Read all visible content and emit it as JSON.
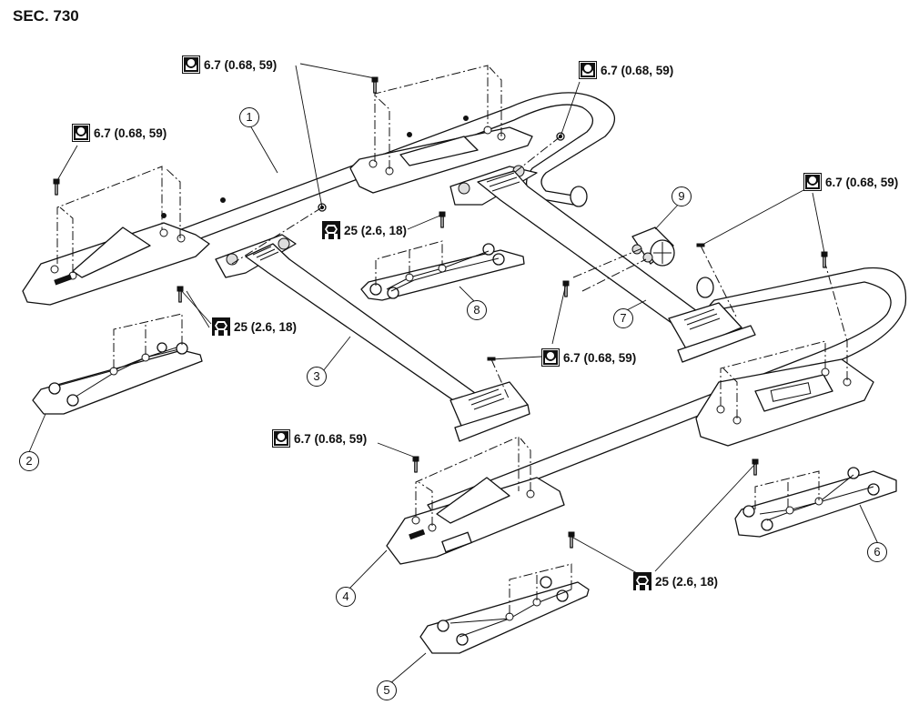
{
  "section": "SEC. 730",
  "icons": {
    "torque_wrench_a": "tightening-torque-icon-type-a",
    "torque_wrench_b": "tightening-torque-icon-type-b"
  },
  "torque_specs": [
    {
      "id": "t1",
      "icon": "torque-a",
      "value": "6.7 (0.68, 59)"
    },
    {
      "id": "t2",
      "icon": "torque-a",
      "value": "6.7 (0.68, 59)"
    },
    {
      "id": "t3",
      "icon": "torque-a",
      "value": "6.7 (0.68, 59)"
    },
    {
      "id": "t4",
      "icon": "torque-b",
      "value": "25 (2.6, 18)"
    },
    {
      "id": "t5",
      "icon": "torque-b",
      "value": "25 (2.6, 18)"
    },
    {
      "id": "t6",
      "icon": "torque-a",
      "value": "6.7 (0.68, 59)"
    },
    {
      "id": "t7",
      "icon": "torque-a",
      "value": "6.7 (0.68, 59)"
    },
    {
      "id": "t8",
      "icon": "torque-a",
      "value": "6.7 (0.68, 59)"
    },
    {
      "id": "t9",
      "icon": "torque-b",
      "value": "25 (2.6, 18)"
    }
  ],
  "callouts": [
    "1",
    "2",
    "3",
    "4",
    "5",
    "6",
    "7",
    "8",
    "9"
  ]
}
